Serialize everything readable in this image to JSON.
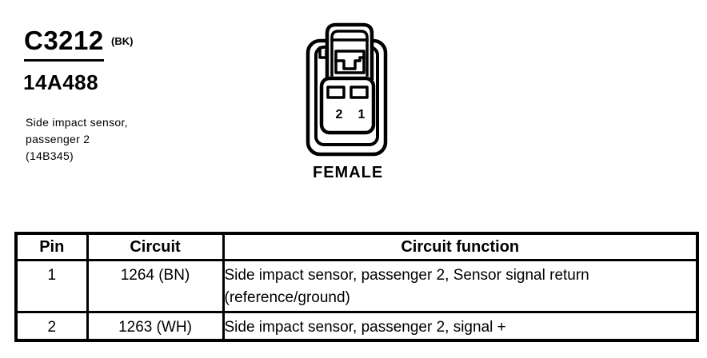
{
  "doc": {
    "connector_id": "C3212",
    "color_code": "(BK)",
    "part_number": "14A488",
    "description_lines": [
      "Side impact sensor,",
      "passenger 2",
      "(14B345)"
    ],
    "connector": {
      "gender_label": "FEMALE",
      "pin_labels": [
        "2",
        "1"
      ]
    },
    "pinout_table": {
      "columns": [
        "Pin",
        "Circuit",
        "Circuit function"
      ],
      "rows": [
        {
          "pin": "1",
          "circuit": "1264 (BN)",
          "function": "Side impact sensor, passenger 2, Sensor signal return (reference/ground)"
        },
        {
          "pin": "2",
          "circuit": "1263 (WH)",
          "function": "Side impact sensor, passenger 2, signal +"
        }
      ]
    }
  },
  "colors": {
    "ink": "#000000",
    "paper": "#ffffff"
  }
}
